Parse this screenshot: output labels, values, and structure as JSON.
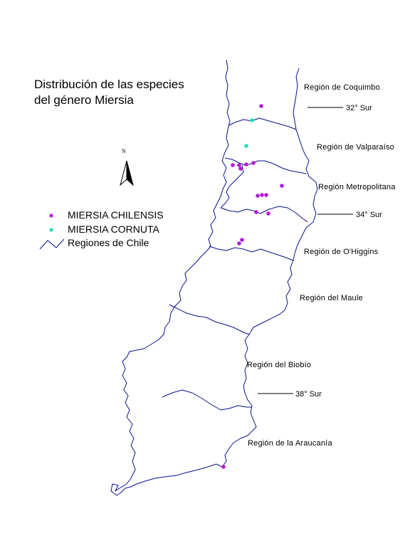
{
  "title": {
    "line1": "Distribución de las especies",
    "line2": "del género Miersia"
  },
  "north_arrow": {
    "letter": "N"
  },
  "legend": {
    "items": [
      {
        "label": "MIERSIA CHILENSIS",
        "color": "#b31bd6",
        "symbol": "dot"
      },
      {
        "label": "MIERSIA CORNUTA",
        "color": "#1de3b4",
        "symbol": "dot"
      },
      {
        "label": "Regiones de Chile",
        "color": "#0a0f8c",
        "symbol": "line"
      }
    ]
  },
  "regions": [
    {
      "name": "Región de Coquimbo"
    },
    {
      "name": "Región de Valparaíso"
    },
    {
      "name": "Región Metropolitana"
    },
    {
      "name": "Región de O'Higgins"
    },
    {
      "name": "Región del Maule"
    },
    {
      "name": "Región del Biobío"
    },
    {
      "name": "Región de la Araucanía"
    }
  ],
  "latitude_markers": [
    {
      "label": "32° Sur"
    },
    {
      "label": "34° Sur"
    },
    {
      "label": "38° Sur"
    }
  ],
  "colors": {
    "boundary": "#0a0f8c",
    "chilensis": "#b31bd6",
    "cornuta": "#1de3b4"
  },
  "observations": {
    "chilensis_count": 15,
    "cornuta_count": 2
  }
}
